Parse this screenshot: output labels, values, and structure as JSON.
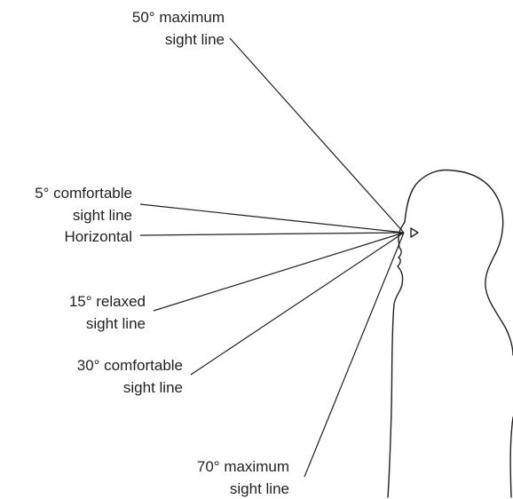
{
  "labels": {
    "max_up_line1": "50° maximum",
    "max_up_line2": "sight line",
    "comfort_up_line1": "5° comfortable",
    "comfort_up_line2": "sight line",
    "horizontal": "Horizontal",
    "relaxed_line1": "15° relaxed",
    "relaxed_line2": "sight line",
    "comfort_down_line1": "30° comfortable",
    "comfort_down_line2": "sight line",
    "max_down_line1": "70° maximum",
    "max_down_line2": "sight line"
  },
  "colors": {
    "ink": "#231f20",
    "background": "#ffffff"
  }
}
